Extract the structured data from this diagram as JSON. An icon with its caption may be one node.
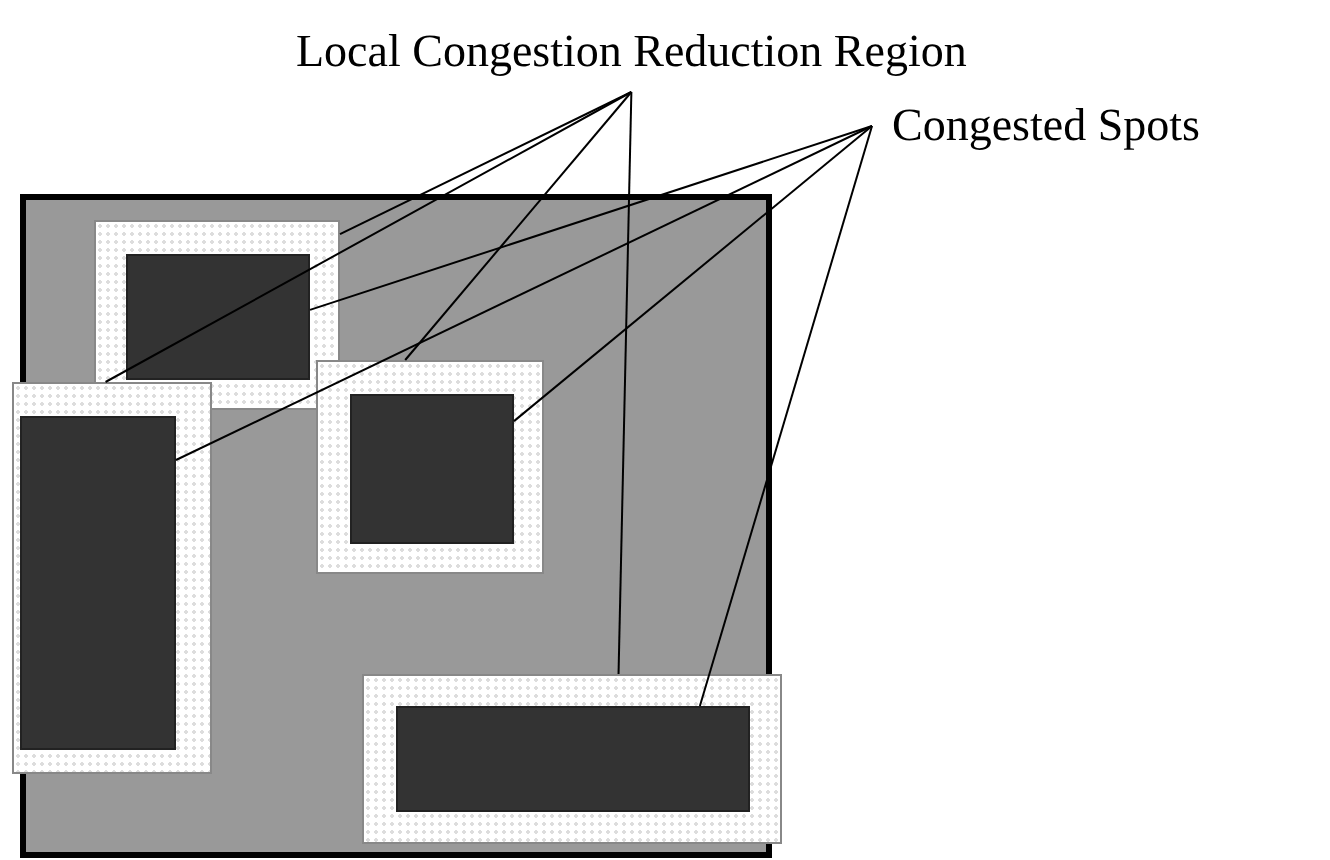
{
  "diagram": {
    "nodes": [
      {
        "text": [
          "Local Congestion Reduction Region"
        ]
      },
      {
        "text": [
          "Congested Spots"
        ]
      },
      {
        "text": [],
        "shape": "box"
      },
      {
        "text": [],
        "shape": "box",
        "in": 2
      },
      {
        "text": [],
        "shape": "box",
        "in": 3
      },
      {
        "text": [],
        "shape": "box",
        "in": 2
      },
      {
        "text": [],
        "shape": "box",
        "in": 5
      },
      {
        "text": [],
        "shape": "box",
        "in": 2
      },
      {
        "text": [],
        "shape": "box",
        "in": 7
      },
      {
        "text": [],
        "shape": "box",
        "in": 2
      },
      {
        "text": [],
        "shape": "box",
        "in": 9
      }
    ],
    "edges": [
      {
        "from": 0,
        "to": 3,
        "arrow": "none"
      },
      {
        "from": 0,
        "to": 7,
        "arrow": "none"
      },
      {
        "from": 0,
        "to": 5,
        "arrow": "none"
      },
      {
        "from": 0,
        "to": 9,
        "arrow": "none"
      },
      {
        "from": 1,
        "to": 4,
        "arrow": "none"
      },
      {
        "from": 1,
        "to": 8,
        "arrow": "none"
      },
      {
        "from": 1,
        "to": 6,
        "arrow": "none"
      },
      {
        "from": 1,
        "to": 10,
        "arrow": "none"
      }
    ]
  }
}
